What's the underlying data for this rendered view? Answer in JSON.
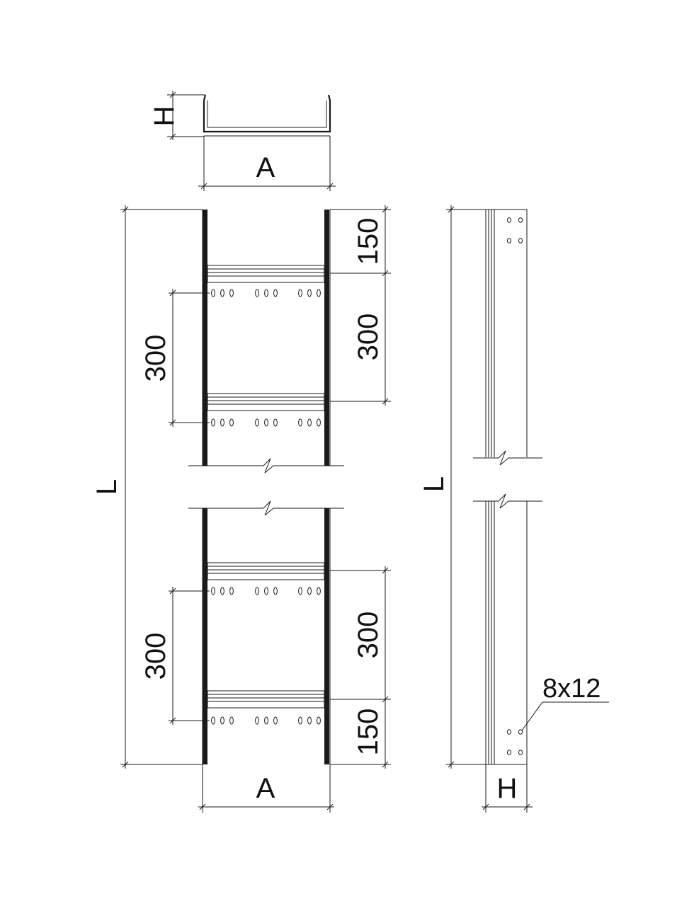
{
  "labels": {
    "height": "H",
    "width": "A",
    "length": "L",
    "end_offset": "150",
    "rung_pitch": "300",
    "hole_size": "8x12"
  },
  "colors": {
    "line": "#1a1a1a",
    "background": "#ffffff"
  }
}
